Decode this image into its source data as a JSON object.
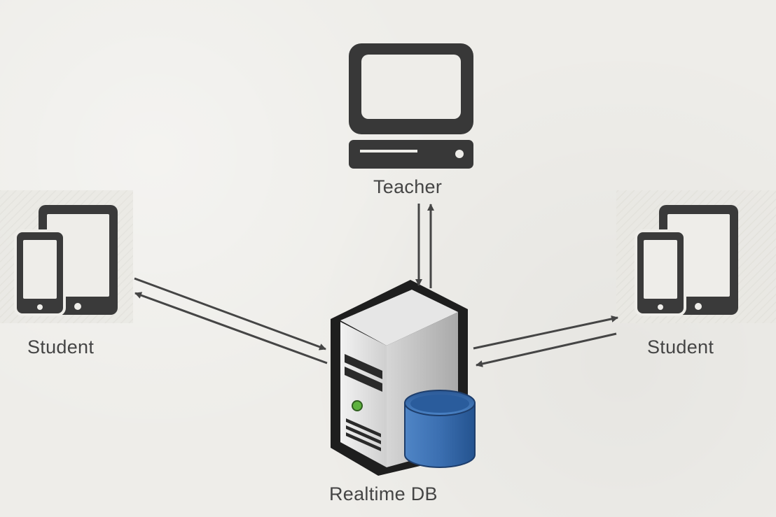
{
  "nodes": {
    "teacher": {
      "label": "Teacher",
      "icon": "desktop-computer-icon"
    },
    "student_left": {
      "label": "Student",
      "icon": "mobile-devices-icon"
    },
    "student_right": {
      "label": "Student",
      "icon": "mobile-devices-icon"
    },
    "server": {
      "label": "Realtime DB",
      "icon": "database-server-icon"
    }
  },
  "connections": [
    {
      "from": "teacher",
      "to": "server",
      "bidirectional": true
    },
    {
      "from": "student_left",
      "to": "server",
      "bidirectional": true
    },
    {
      "from": "student_right",
      "to": "server",
      "bidirectional": true
    }
  ],
  "colors": {
    "background": "#eeede9",
    "icon": "#383838",
    "arrow": "#454545",
    "text": "#454545",
    "db_blue": "#3a6fb0"
  }
}
